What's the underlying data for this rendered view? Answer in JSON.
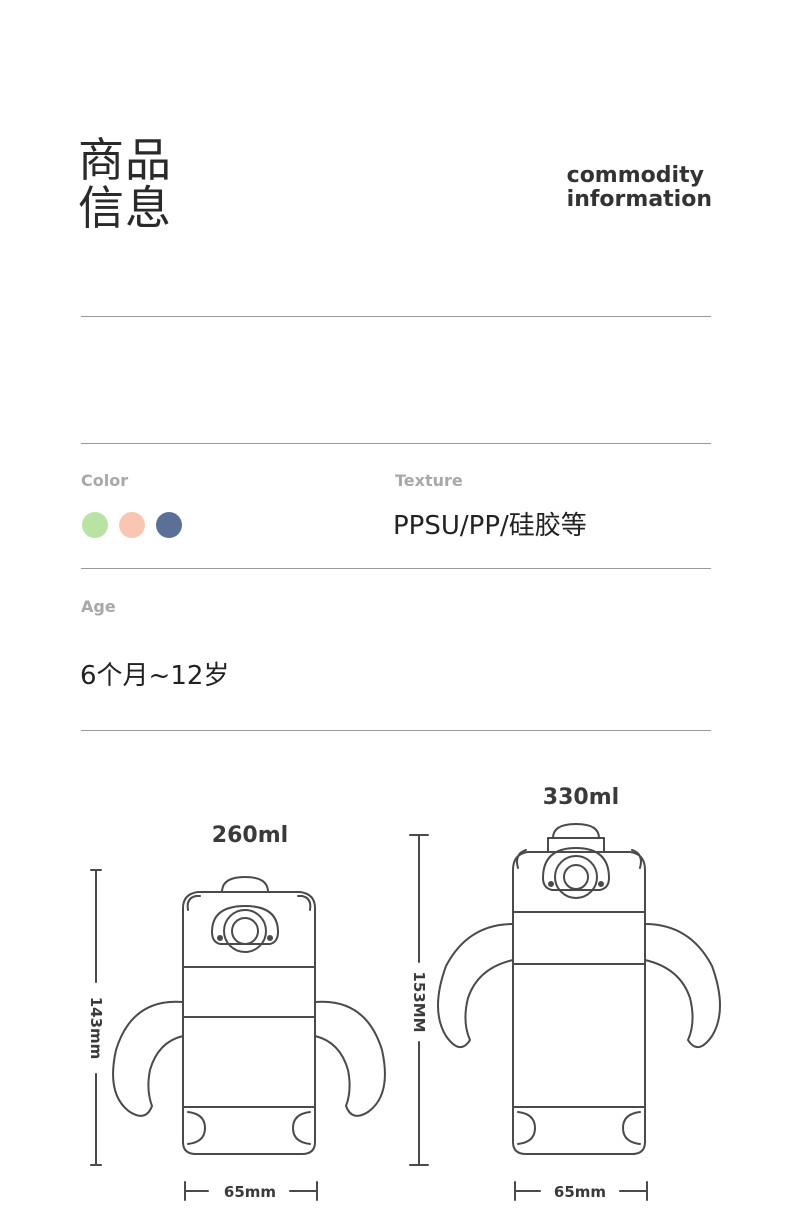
{
  "header": {
    "title_cn_line1": "商品",
    "title_cn_line2": "信息",
    "title_en_line1": "commodity",
    "title_en_line2": "information"
  },
  "info": {
    "color_label": "Color",
    "texture_label": "Texture",
    "texture_value": "PPSU/PP/硅胶等",
    "age_label": "Age",
    "age_value": "6个月~12岁",
    "swatches": [
      "#b9e3a4",
      "#f9c6b3",
      "#5b7096"
    ]
  },
  "products": {
    "small": {
      "capacity": "260ml",
      "height": "143mm",
      "width": "65mm"
    },
    "large": {
      "capacity": "330ml",
      "height": "153MM",
      "width": "65mm"
    }
  },
  "colors": {
    "line": "#4a4a4a",
    "rule": "#9a9a9a",
    "label": "#a8a8a8"
  }
}
